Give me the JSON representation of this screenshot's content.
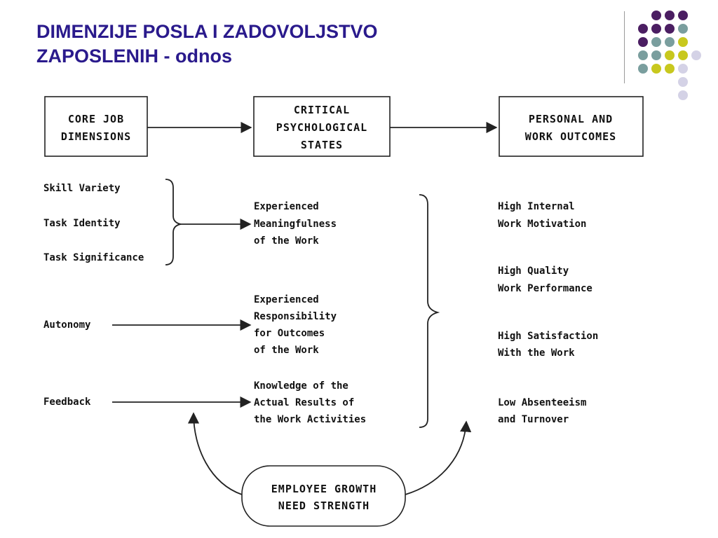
{
  "slide": {
    "title_line1": "DIMENZIJE POSLA I ZADOVOLJSTVO",
    "title_line2": "ZAPOSLENIH - odnos"
  },
  "diagram": {
    "core_header": [
      "CORE JOB",
      "DIMENSIONS"
    ],
    "critical_header": [
      "CRITICAL",
      "PSYCHOLOGICAL",
      "STATES"
    ],
    "outcomes_header": [
      "PERSONAL AND",
      "WORK OUTCOMES"
    ],
    "dimensions": [
      "Skill Variety",
      "Task Identity",
      "Task Significance",
      "Autonomy",
      "Feedback"
    ],
    "states": {
      "meaningfulness": [
        "Experienced",
        "Meaningfulness",
        "of the Work"
      ],
      "responsibility": [
        "Experienced",
        "Responsibility",
        "for Outcomes",
        "of the Work"
      ],
      "knowledge": [
        "Knowledge of the",
        "Actual Results of",
        "the Work Activities"
      ]
    },
    "outcomes": {
      "motivation": [
        "High Internal",
        "Work Motivation"
      ],
      "performance": [
        "High Quality",
        "Work Performance"
      ],
      "satisfaction": [
        "High Satisfaction",
        "With the Work"
      ],
      "absenteeism": [
        "Low Absenteeism",
        "and Turnover"
      ]
    },
    "moderator": [
      "EMPLOYEE GROWTH",
      "NEED STRENGTH"
    ]
  },
  "colors": {
    "title": "#2a1a8c",
    "dot_purple": "#4b1e62",
    "dot_teal": "#7a9e9e",
    "dot_olive": "#c8c81e",
    "dot_lavender": "#d4d2e6"
  }
}
